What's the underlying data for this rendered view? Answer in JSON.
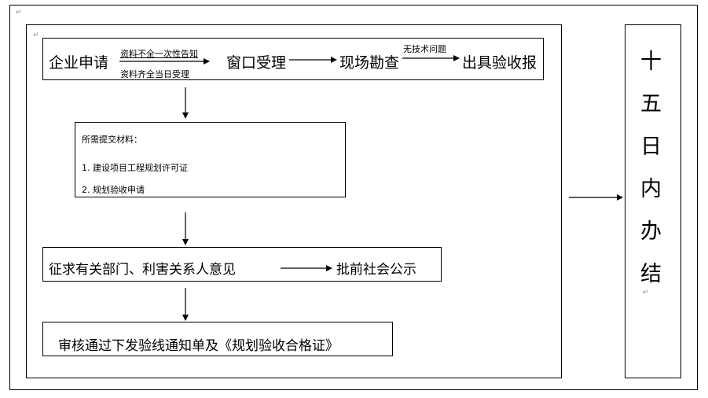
{
  "flow": {
    "apply": "企业申请",
    "incomplete_note": "资料不全一次性告知",
    "complete_note": "资料齐全当日受理",
    "accept": "窗口受理",
    "inspect": "现场勘查",
    "no_issue_note": "无技术问题",
    "report": "出具验收报",
    "materials_title": "所需提交材料：",
    "material_1": "1.  建设项目工程规划许可证",
    "material_2": "2.   规划验收申请",
    "consult": "征求有关部门、利害关系人意见",
    "publicity": "批前社会公示",
    "approve": "审核通过下发验线通知单及《规划验收合格证》"
  },
  "deadline": {
    "chars": [
      "十",
      "五",
      "日",
      "内",
      "办",
      "结"
    ]
  }
}
